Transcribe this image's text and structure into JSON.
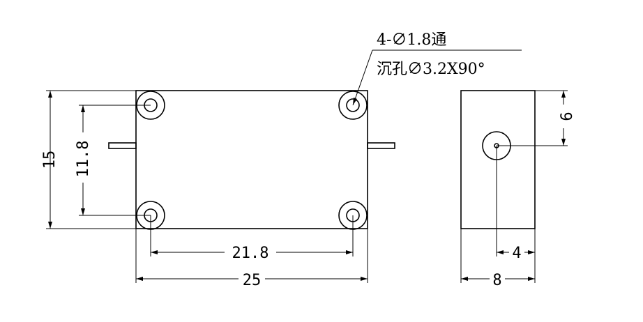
{
  "note": {
    "line1": "4-∅1.8通",
    "line2": "沉孔∅3.2X90°"
  },
  "dimensions": {
    "height_overall": "15",
    "hole_spacing_vertical": "11.8",
    "hole_spacing_horizontal": "21.8",
    "width_overall": "25",
    "side_depth": "8",
    "side_hole_offset_horizontal": "4",
    "side_hole_offset_vertical": "6"
  },
  "colors": {
    "stroke": "#000000",
    "background": "#ffffff"
  }
}
